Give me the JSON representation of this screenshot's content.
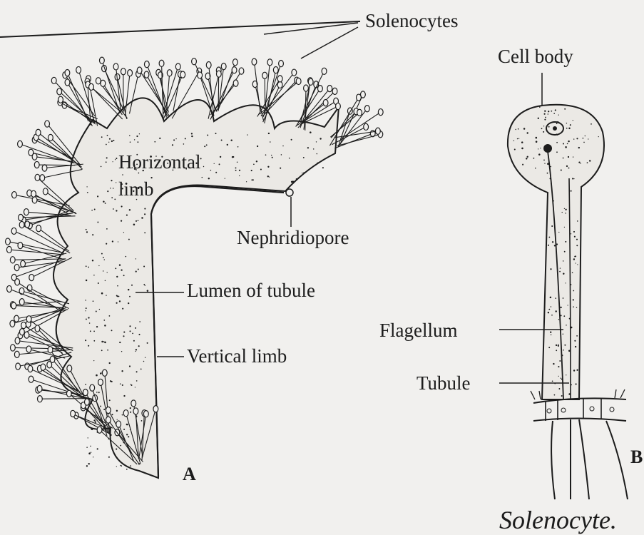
{
  "figure": {
    "labels": {
      "solenocytes": "Solenocytes",
      "cell_body": "Cell body",
      "horizontal_limb_1": "Horizontal",
      "horizontal_limb_2": "limb",
      "nephridiopore": "Nephridiopore",
      "lumen": "Lumen of tubule",
      "vertical_limb": "Vertical limb",
      "flagellum": "Flagellum",
      "tubule": "Tubule"
    },
    "panel_a": "A",
    "panel_b": "B",
    "caption": "Solenocyte."
  },
  "colors": {
    "ink": "#1c1c1c",
    "paper": "#f1f0ee"
  }
}
